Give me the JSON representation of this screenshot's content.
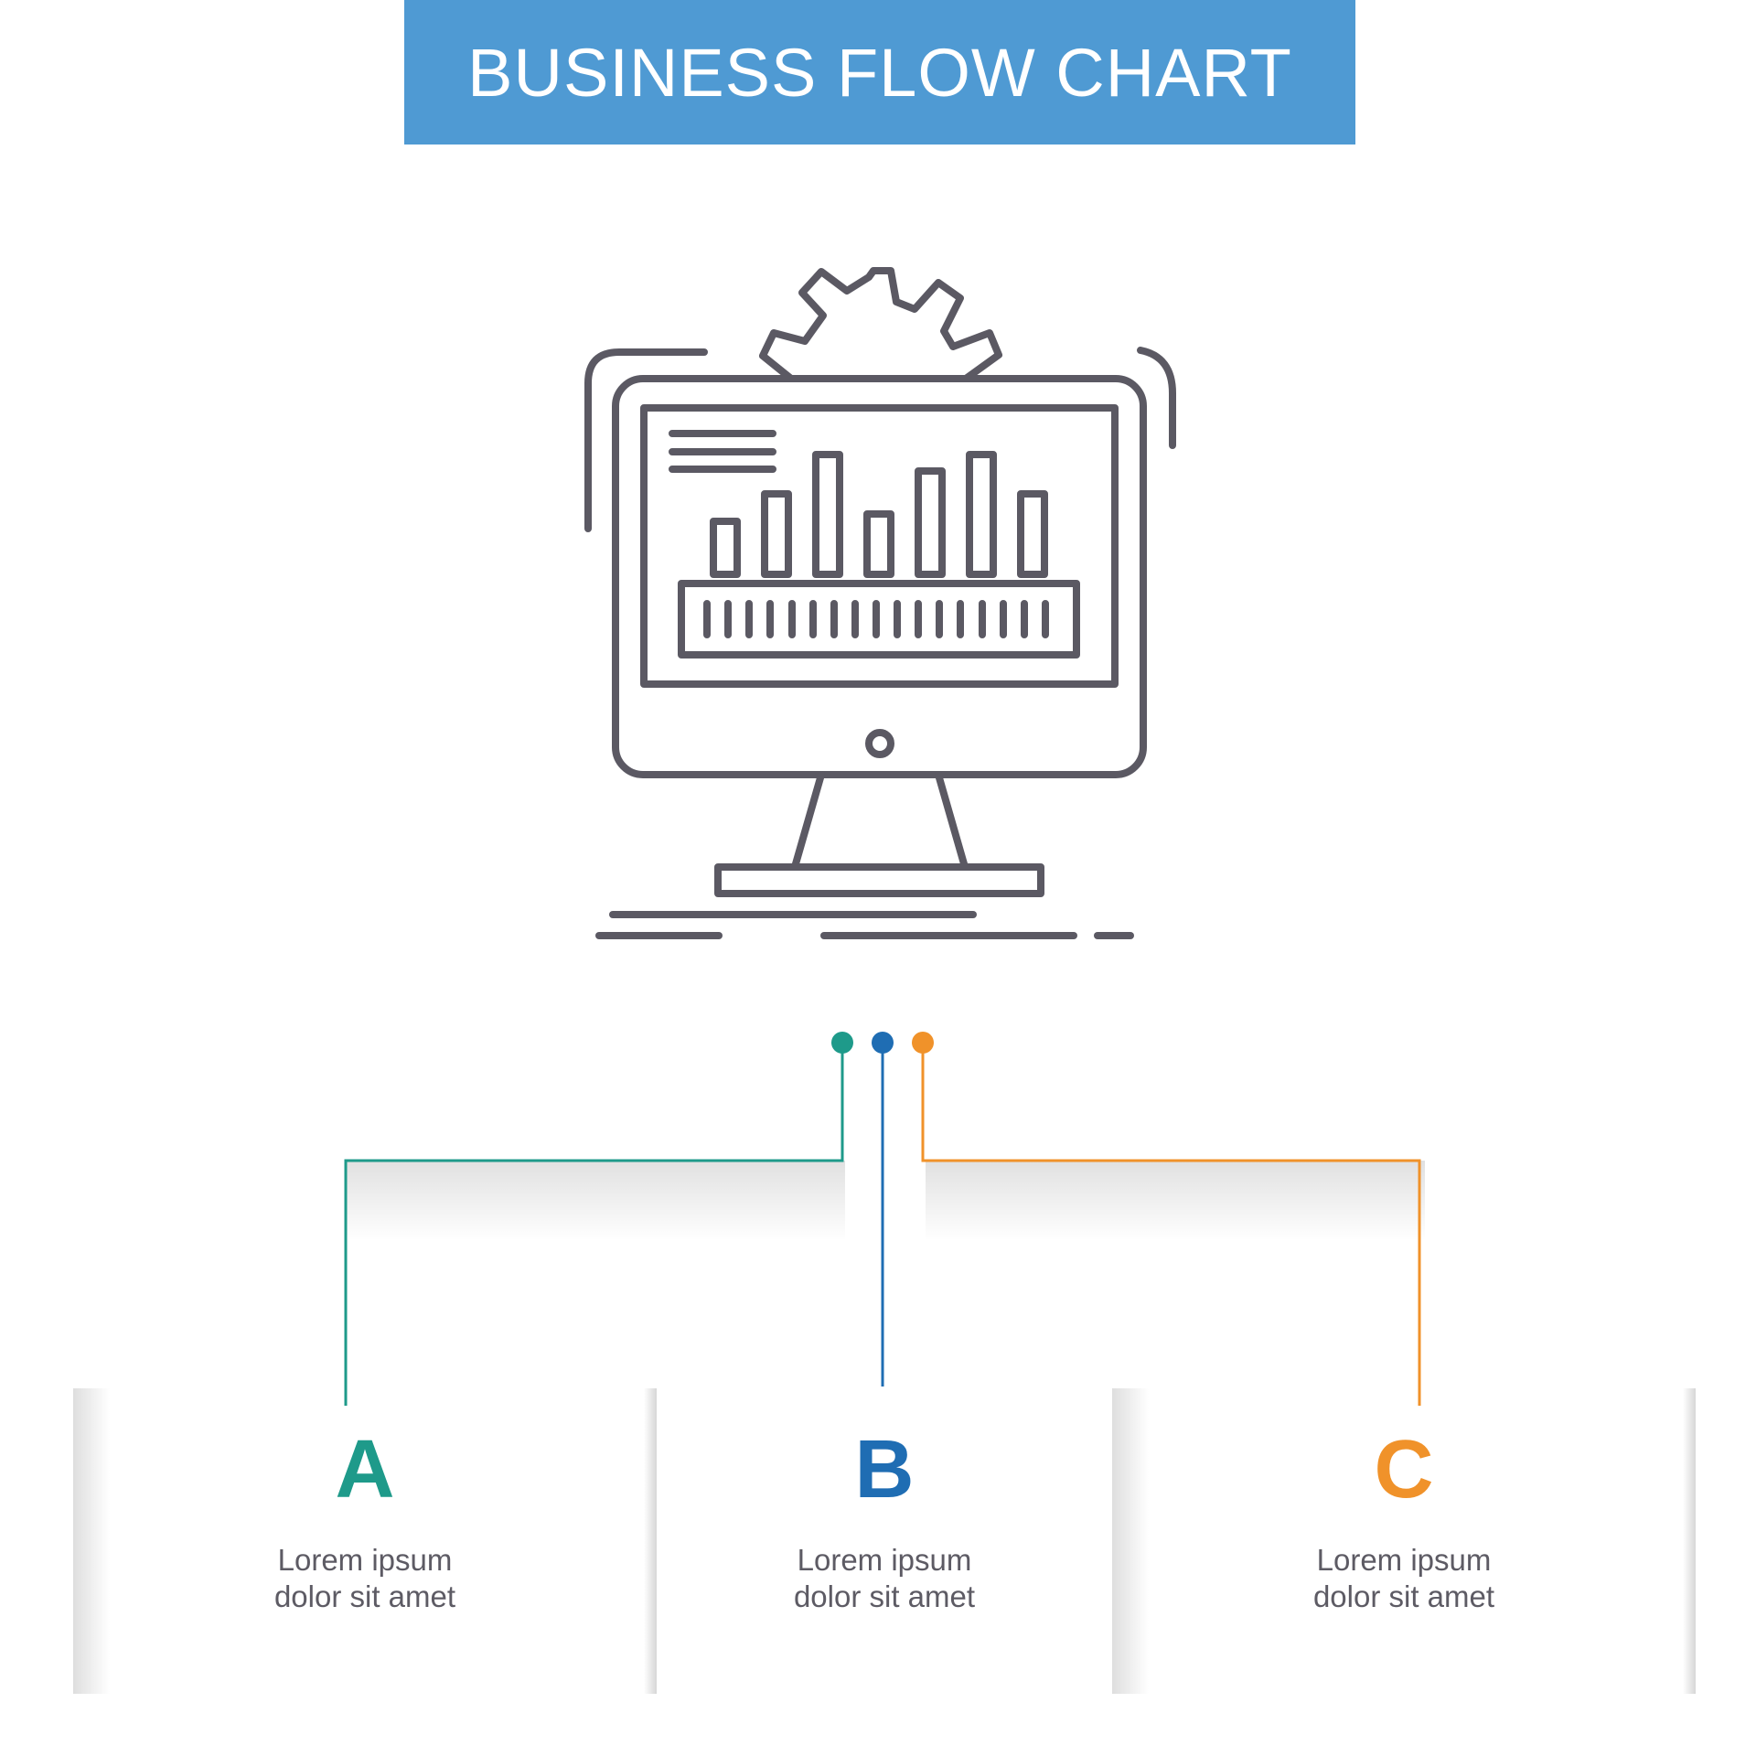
{
  "title": "BUSINESS FLOW CHART",
  "colors": {
    "title_bar": "#4f9ad3",
    "icon_stroke": "#5b5963",
    "a": "#1e9a8a",
    "b": "#1f6db3",
    "c": "#f0922a",
    "text": "#5d5b64"
  },
  "icon": "monitor-dashboard-gear-icon",
  "options": [
    {
      "letter": "A",
      "line1": "Lorem ipsum",
      "line2": "dolor sit amet"
    },
    {
      "letter": "B",
      "line1": "Lorem ipsum",
      "line2": "dolor sit amet"
    },
    {
      "letter": "C",
      "line1": "Lorem ipsum",
      "line2": "dolor sit amet"
    }
  ]
}
